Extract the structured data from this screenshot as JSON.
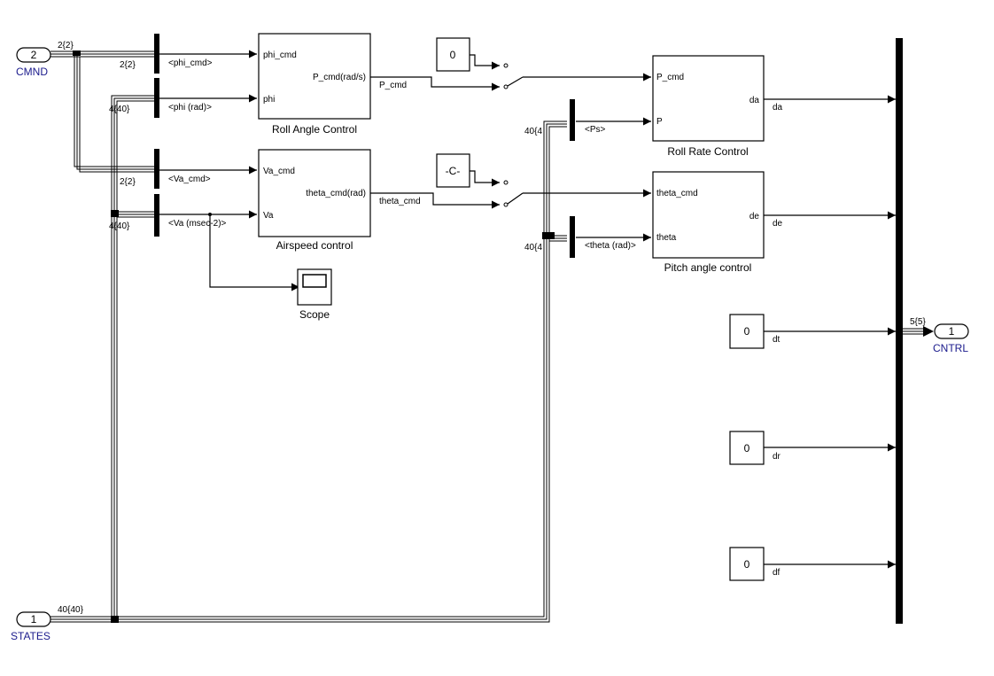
{
  "inports": {
    "cmnd": {
      "number": "2",
      "name": "CMND",
      "width": "2{2}"
    },
    "states": {
      "number": "1",
      "name": "STATES",
      "width": "40{40}"
    }
  },
  "outport": {
    "number": "1",
    "name": "CNTRL",
    "width": "5{5}"
  },
  "selectors": {
    "phi_cmd": {
      "label": "<phi_cmd>",
      "width": "2{2}"
    },
    "phi": {
      "label": "<phi (rad)>",
      "width": "4{40}"
    },
    "va_cmd": {
      "label": "<Va_cmd>",
      "width": "2{2}"
    },
    "va": {
      "label": "<Va (msec-2)>",
      "width": "4{40}"
    },
    "ps": {
      "label": "<Ps>",
      "width": "40{4"
    },
    "theta": {
      "label": "<theta (rad)>",
      "width": "40{4"
    }
  },
  "blocks": {
    "roll_angle": {
      "title": "Roll Angle Control",
      "in1": "phi_cmd",
      "in2": "phi",
      "out": "P_cmd(rad/s)"
    },
    "airspeed": {
      "title": "Airspeed control",
      "in1": "Va_cmd",
      "in2": "Va",
      "out": "theta_cmd(rad)"
    },
    "roll_rate": {
      "title": "Roll Rate Control",
      "in1": "P_cmd",
      "in2": "P",
      "out": "da"
    },
    "pitch_angle": {
      "title": "Pitch angle control",
      "in1": "theta_cmd",
      "in2": "theta",
      "out": "de"
    },
    "scope": {
      "title": "Scope"
    }
  },
  "constants": {
    "switch1_const": "0",
    "switch2_const": "-C-",
    "dt": "0",
    "dr": "0",
    "df": "0"
  },
  "signals": {
    "p_cmd": "P_cmd",
    "theta_cmd": "theta_cmd",
    "da": "da",
    "de": "de",
    "dt": "dt",
    "dr": "dr",
    "df": "df"
  }
}
